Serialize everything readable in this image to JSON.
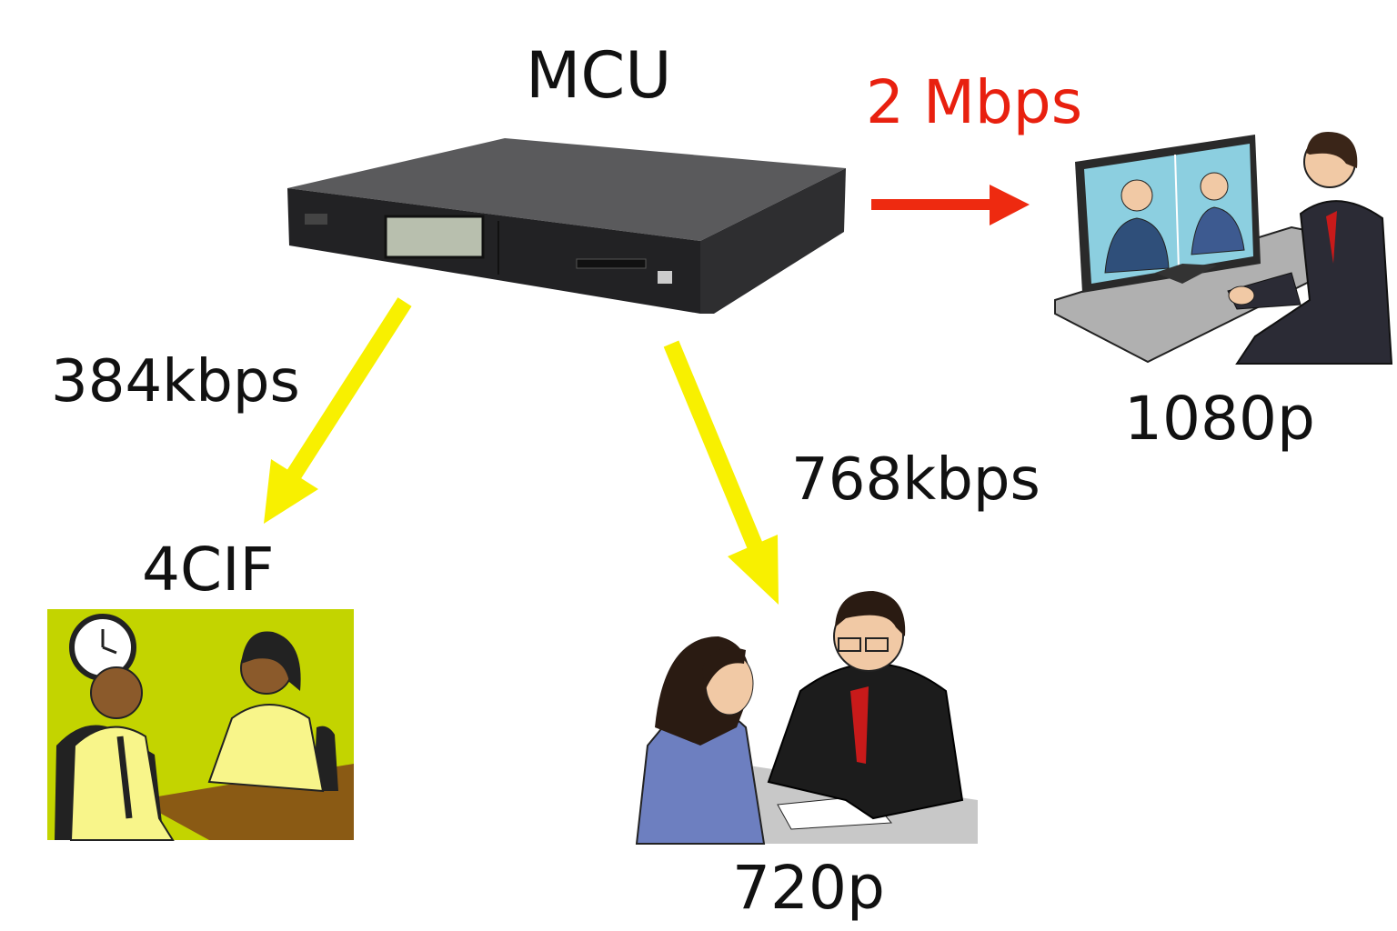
{
  "mcu": {
    "label": "MCU"
  },
  "endpoints": [
    {
      "resolution": "1080p",
      "bitrate": "2 Mbps",
      "arrow_color": "#ee2a10"
    },
    {
      "resolution": "4CIF",
      "bitrate": "384kbps",
      "arrow_color": "#f8f000"
    },
    {
      "resolution": "720p",
      "bitrate": "768kbps",
      "arrow_color": "#f8f000"
    }
  ],
  "colors": {
    "highlight_text": "#e8200f",
    "cif_background": "#c3d400"
  }
}
